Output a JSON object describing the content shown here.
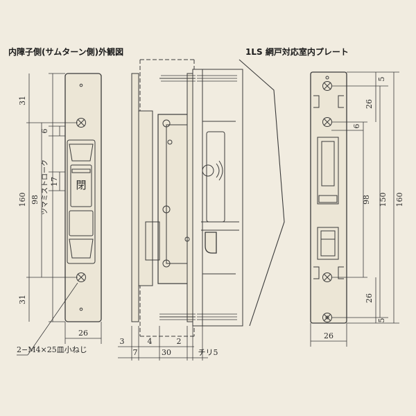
{
  "titles": {
    "left": "内障子側(サムターン側)外観図",
    "right": "1LS 網戸対応室内プレート"
  },
  "left_view": {
    "vertical_labels": [
      "31",
      "6",
      "17",
      "98",
      "160",
      "31"
    ],
    "stroke_label": "ツマミストローク",
    "knob_char": "閉",
    "width_label": "26",
    "screw_note": "2−M4×25皿小ねじ"
  },
  "side_view": {
    "bottom_dims": [
      "3",
      "4",
      "2",
      "7",
      "30",
      "チリ5"
    ]
  },
  "right_view": {
    "vertical_labels": [
      "5",
      "26",
      "6",
      "98",
      "150",
      "160",
      "26",
      "5"
    ],
    "width_label": "26"
  },
  "colors": {
    "paper": "#f1ece0",
    "line": "#3a3a3a",
    "part_fill": "#ece6d6"
  }
}
